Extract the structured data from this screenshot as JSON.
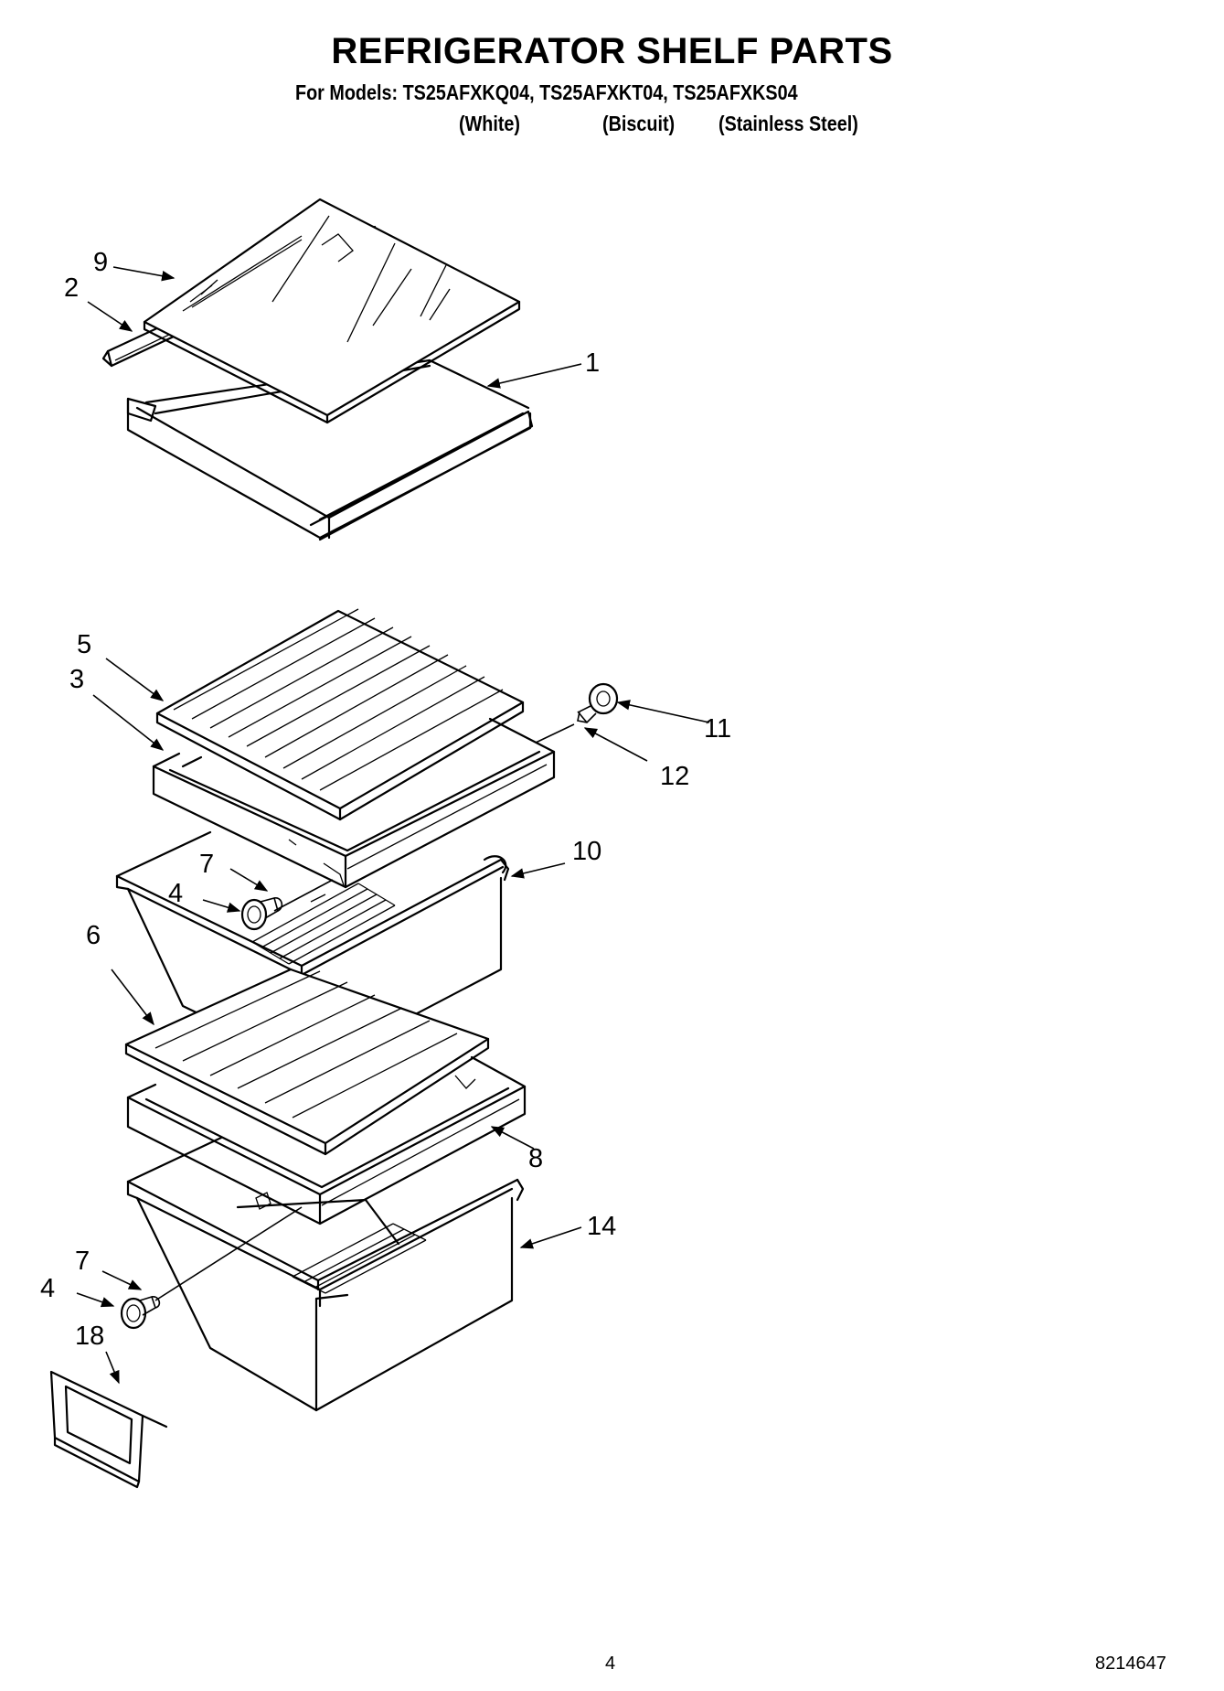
{
  "header": {
    "title": "REFRIGERATOR SHELF PARTS",
    "models_line": "For Models: TS25AFXKQ04, TS25AFXKT04, TS25AFXKS04",
    "variants": [
      "(White)",
      "(Biscuit)",
      "(Stainless Steel)"
    ]
  },
  "callouts": {
    "c1": "1",
    "c2": "2",
    "c3": "3",
    "c4a": "4",
    "c4b": "4",
    "c5": "5",
    "c6": "6",
    "c7a": "7",
    "c7b": "7",
    "c8": "8",
    "c9": "9",
    "c10": "10",
    "c11": "11",
    "c12": "12",
    "c14": "14",
    "c18": "18"
  },
  "footer": {
    "page_number": "4",
    "document_number": "8214647"
  }
}
